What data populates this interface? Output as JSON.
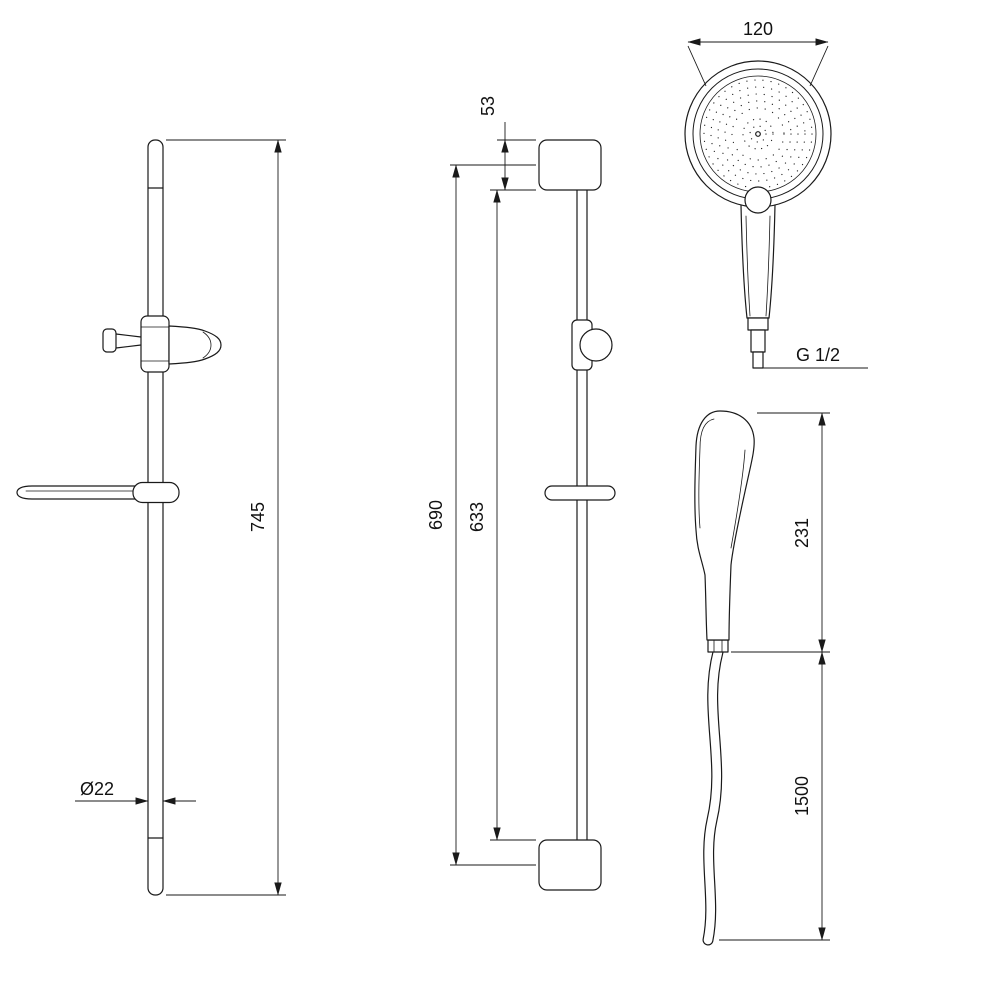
{
  "drawing": {
    "background_color": "#ffffff",
    "line_color": "#1a1a1a"
  },
  "dimensions": {
    "rail_overall_length": "745",
    "rail_diameter": "Ø22",
    "bracket_height": "53",
    "bracket_span": "690",
    "rail_exposed_length": "633",
    "head_width": "120",
    "connection_thread": "G 1/2",
    "handset_length": "231",
    "hose_length": "1500"
  }
}
